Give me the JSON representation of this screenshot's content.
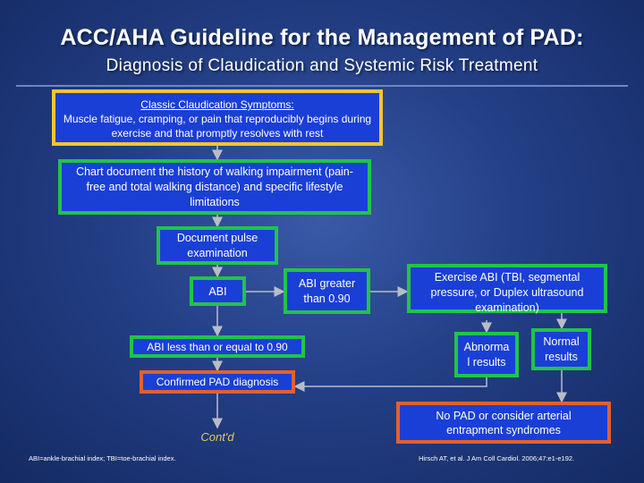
{
  "title": "ACC/AHA Guideline for the Management of PAD:",
  "subtitle": "Diagnosis of Claudication and Systemic Risk Treatment",
  "colors": {
    "background": "#233f86",
    "box_fill": "#1a3fd6",
    "yellow_border": "#f2c531",
    "green_border": "#22c34a",
    "orange_border": "#e2602e",
    "arrow": "#b9bcc8",
    "cont_text": "#e8c65a"
  },
  "nodes": {
    "classic_symptoms": {
      "heading": "Classic Claudication Symptoms:",
      "text": "Muscle fatigue, cramping, or pain that reproducibly begins during exercise and that promptly resolves with rest"
    },
    "chart_document": "Chart document the history of walking impairment (pain-free and total walking distance) and specific lifestyle limitations",
    "pulse_exam": "Document pulse examination",
    "abi": "ABI",
    "abi_greater": "ABI greater than 0.90",
    "abi_less": "ABI less than or equal to 0.90",
    "confirmed_pad": "Confirmed PAD diagnosis",
    "exercise_abi": "Exercise ABI (TBI, segmental pressure, or Duplex ultrasound examination)",
    "abnormal_results": "Abnorma l results",
    "normal_results": "Normal results",
    "no_pad": "No PAD or consider arterial entrapment syndromes"
  },
  "cont": "Cont'd",
  "footnote_left": "ABI=ankle-brachial index; TBI=toe-brachial index.",
  "footnote_right": "Hirsch AT, et al. J Am Coll Cardiol. 2006;47:e1-e192."
}
